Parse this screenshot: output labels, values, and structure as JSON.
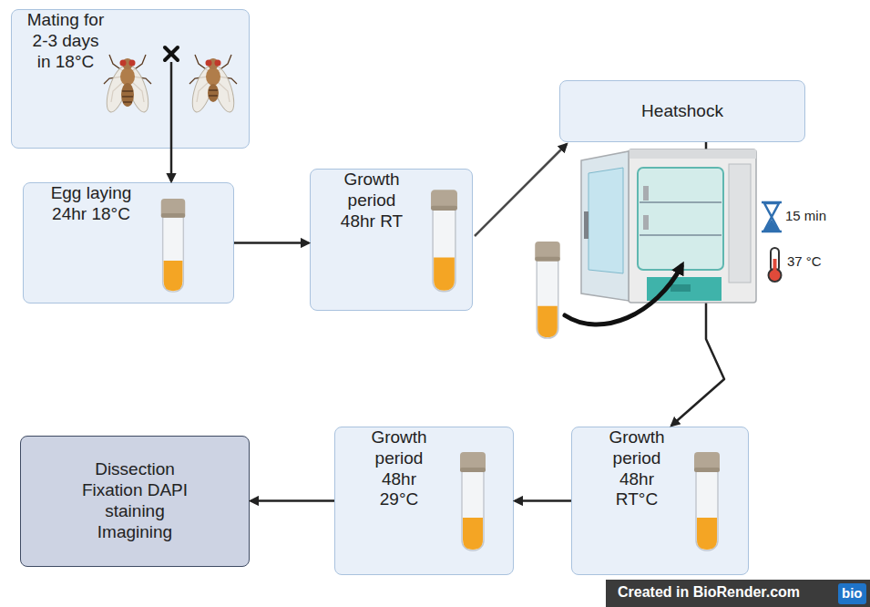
{
  "diagram": {
    "nodes": [
      {
        "text": [
          "Mating for 2-3 days in 18°C"
        ]
      },
      {
        "text": [
          "Egg laying 24hr 18°C"
        ]
      },
      {
        "text": [
          "Growth period 48hr RT"
        ]
      },
      {
        "text": [
          "Heatshock"
        ]
      },
      {
        "text": [
          "Growth period 48hr RT°C"
        ]
      },
      {
        "text": [
          "Growth period 48hr 29°C"
        ]
      },
      {
        "text": [
          "Dissection Fixation DAPI staining Imagining"
        ]
      }
    ],
    "edges": [
      {
        "from": 0,
        "to": 1,
        "arrow": "to"
      },
      {
        "from": 1,
        "to": 2,
        "arrow": "to"
      },
      {
        "from": 2,
        "to": 3,
        "arrow": "to"
      },
      {
        "from": 3,
        "to": 4,
        "arrow": "to"
      },
      {
        "from": 4,
        "to": 5,
        "arrow": "to"
      },
      {
        "from": 5,
        "to": 6,
        "arrow": "to"
      }
    ],
    "labels": [
      "15 min",
      "37 °C",
      "Created in BioRender.com",
      "bio"
    ]
  }
}
